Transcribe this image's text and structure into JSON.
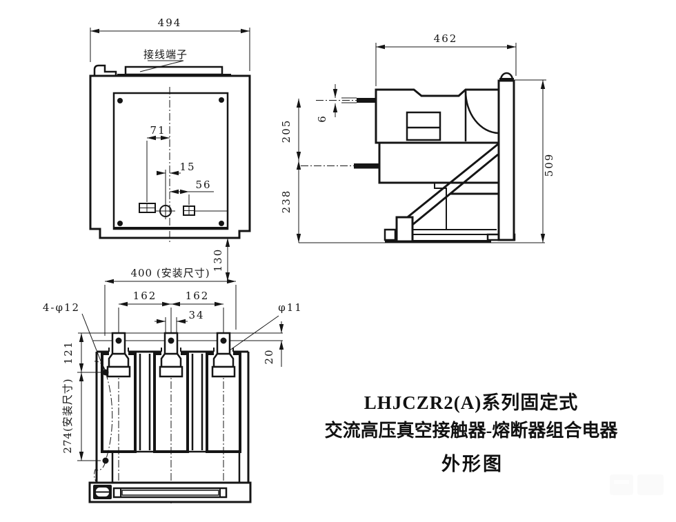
{
  "title": {
    "line1": "LHJCZR2(A)系列固定式",
    "line2": "交流高压真空接触器-熔断器组合电器",
    "line3": "外形图"
  },
  "front_view": {
    "terminal_label": "接线端子",
    "overall_width": "494",
    "slot_offset_left": "71",
    "circle_offset": "15",
    "slot_offset_right": "56",
    "bottom_gap": "130"
  },
  "side_view": {
    "depth": "462",
    "stub_thickness": "6",
    "upper_height": "205",
    "lower_height": "238",
    "overall_height": "509"
  },
  "bottom_view": {
    "mounting_width": "400 (安装尺寸)",
    "pole_pitch_left": "162",
    "pole_pitch_right": "162",
    "terminal_width": "34",
    "mounting_holes": "4-φ12",
    "terminal_hole": "φ11",
    "hole_offset": "20",
    "upper_offset": "121",
    "mounting_depth": "274(安装尺寸)"
  }
}
